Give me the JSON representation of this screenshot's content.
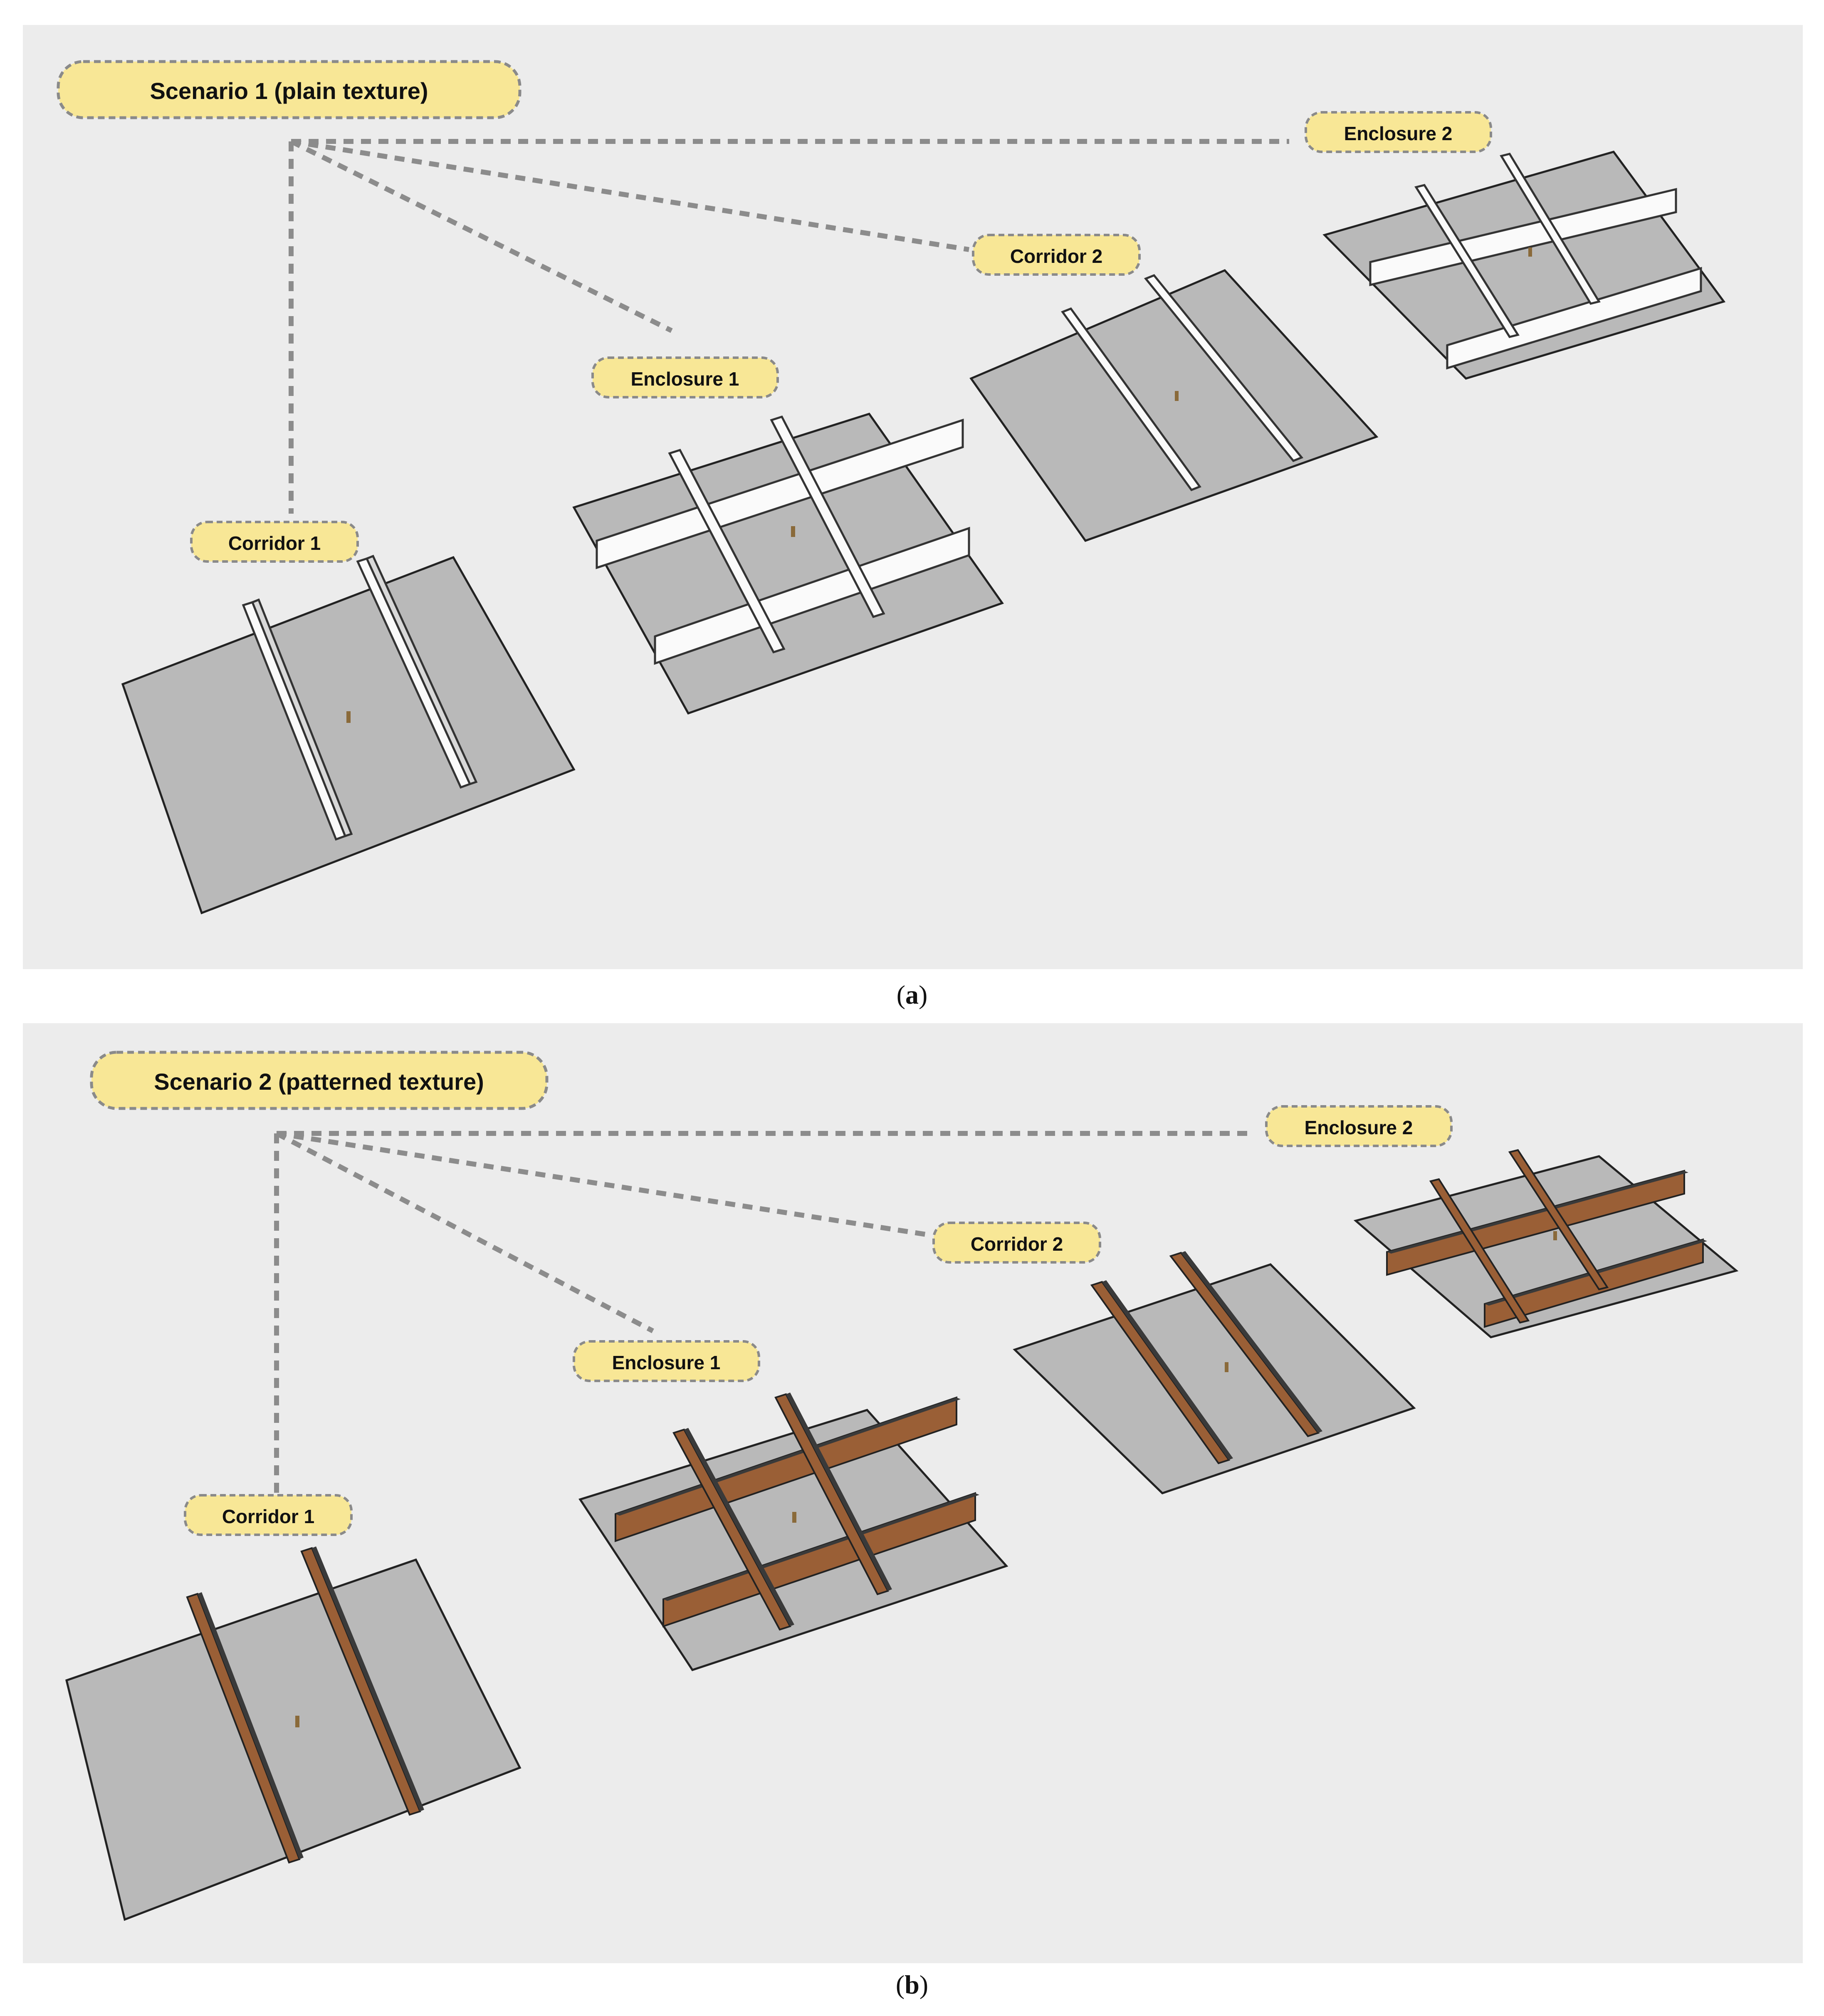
{
  "panel_a": {
    "scenario_label": "Scenario 1 (plain texture)",
    "tags": {
      "corridor_1": "Corridor 1",
      "enclosure_1": "Enclosure 1",
      "corridor_2": "Corridor 2",
      "enclosure_2": "Enclosure 2"
    },
    "wall_texture": "plain",
    "caption_letter": "a"
  },
  "panel_b": {
    "scenario_label": "Scenario 2 (patterned texture)",
    "tags": {
      "corridor_1": "Corridor 1",
      "enclosure_1": "Enclosure 1",
      "corridor_2": "Corridor 2",
      "enclosure_2": "Enclosure 2"
    },
    "wall_texture": "patterned",
    "caption_letter": "b"
  },
  "colors": {
    "panel_background": "#ececec",
    "floor": "#b9b9b9",
    "plain_wall": "#fafafa",
    "patterned_wall": "#9a5f36",
    "wall_top": "#3a3a3a",
    "tag_fill": "#f8e796",
    "tag_border": "#8a8a8a"
  }
}
